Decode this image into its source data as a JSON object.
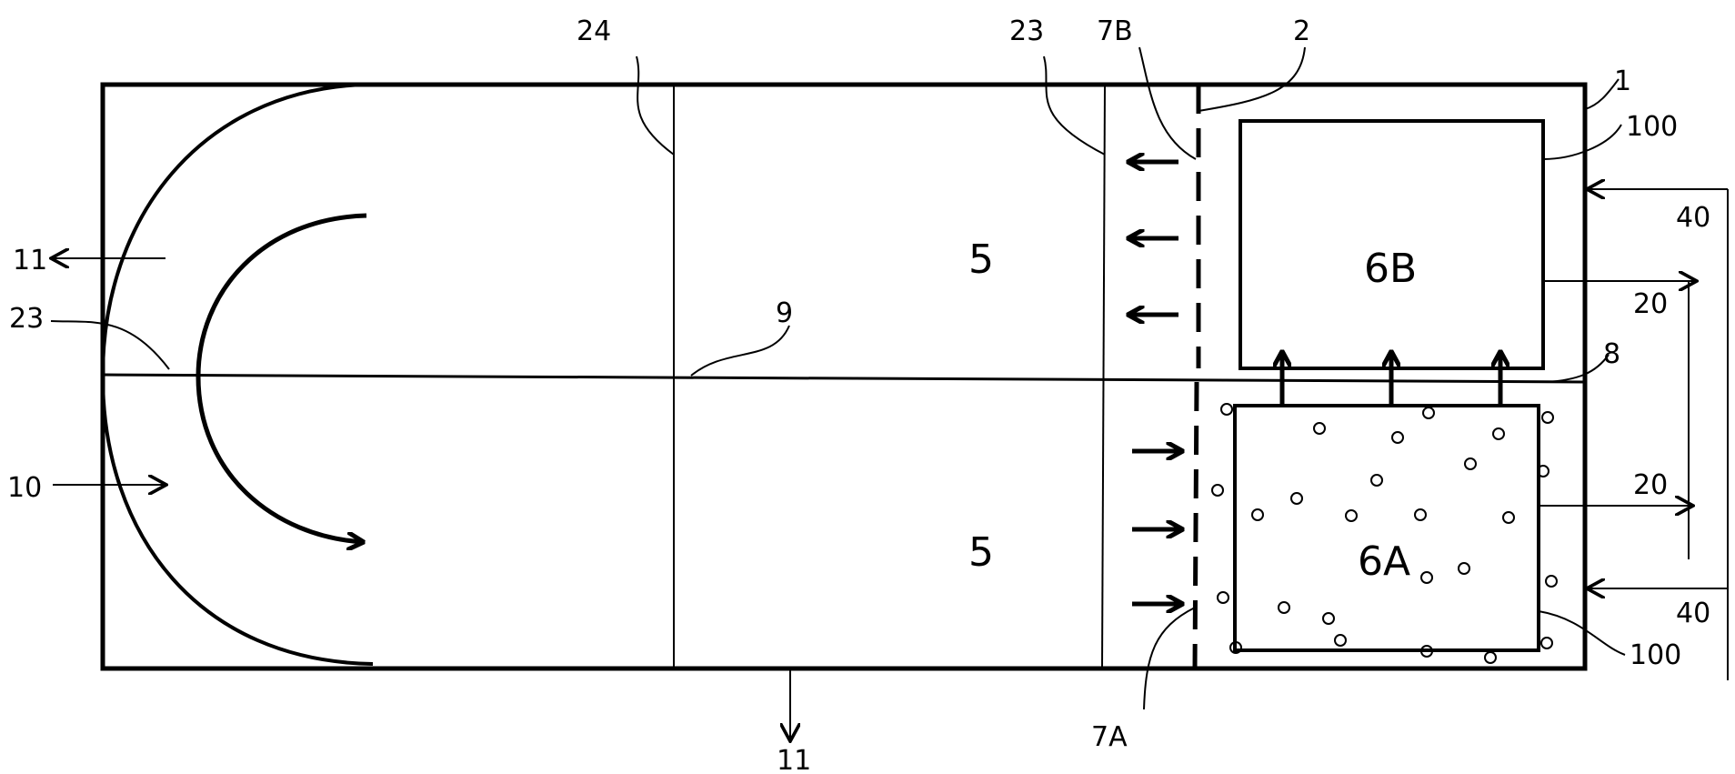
{
  "labels": {
    "l_11_left": "11",
    "l_11_bottom": "11",
    "l_23_left": "23",
    "l_23_top": "23",
    "l_10": "10",
    "l_24": "24",
    "l_9": "9",
    "l_7B": "7B",
    "l_7A": "7A",
    "l_2": "2",
    "l_1": "1",
    "l_100_top": "100",
    "l_100_bottom": "100",
    "l_40_top": "40",
    "l_40_bottom": "40",
    "l_20_top": "20",
    "l_20_bottom": "20",
    "l_8": "8",
    "l_5_top": "5",
    "l_5_bottom": "5",
    "l_6B": "6B",
    "l_6A": "6A"
  }
}
